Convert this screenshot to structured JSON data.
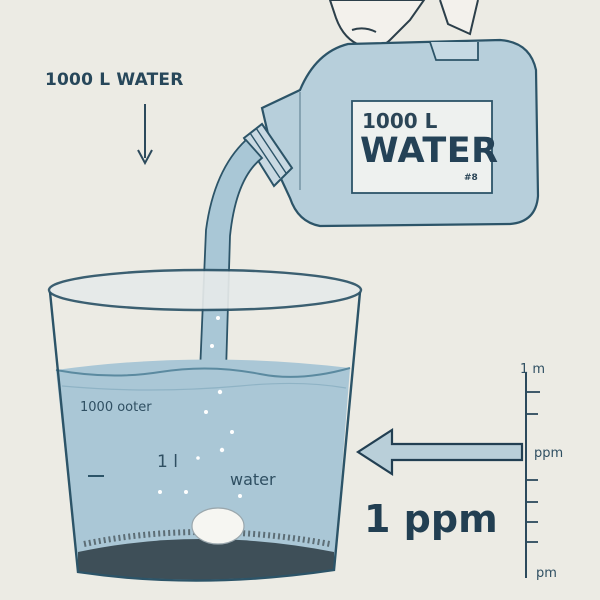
{
  "labels": {
    "top_label": "1000 L WATER",
    "jug_line1": "1000 L",
    "jug_line2": "WATER",
    "jug_mark": "#8",
    "cup_text_a": "1000 ooter",
    "cup_text_b": "1 l",
    "cup_text_c": "water",
    "big_label": "1 ppm",
    "scale_top": "1 m",
    "scale_mid": "ppm",
    "scale_bottom": "pm"
  },
  "colors": {
    "background": "#ecebe4",
    "water": "#a9c7d6",
    "outline": "#2c5468",
    "jug": "#b8cfdb",
    "sediment": "#3e4f58"
  },
  "icons": {
    "arrow_down": "arrow-down-icon",
    "arrow_left": "arrow-left-icon",
    "hand": "hand-icon"
  }
}
